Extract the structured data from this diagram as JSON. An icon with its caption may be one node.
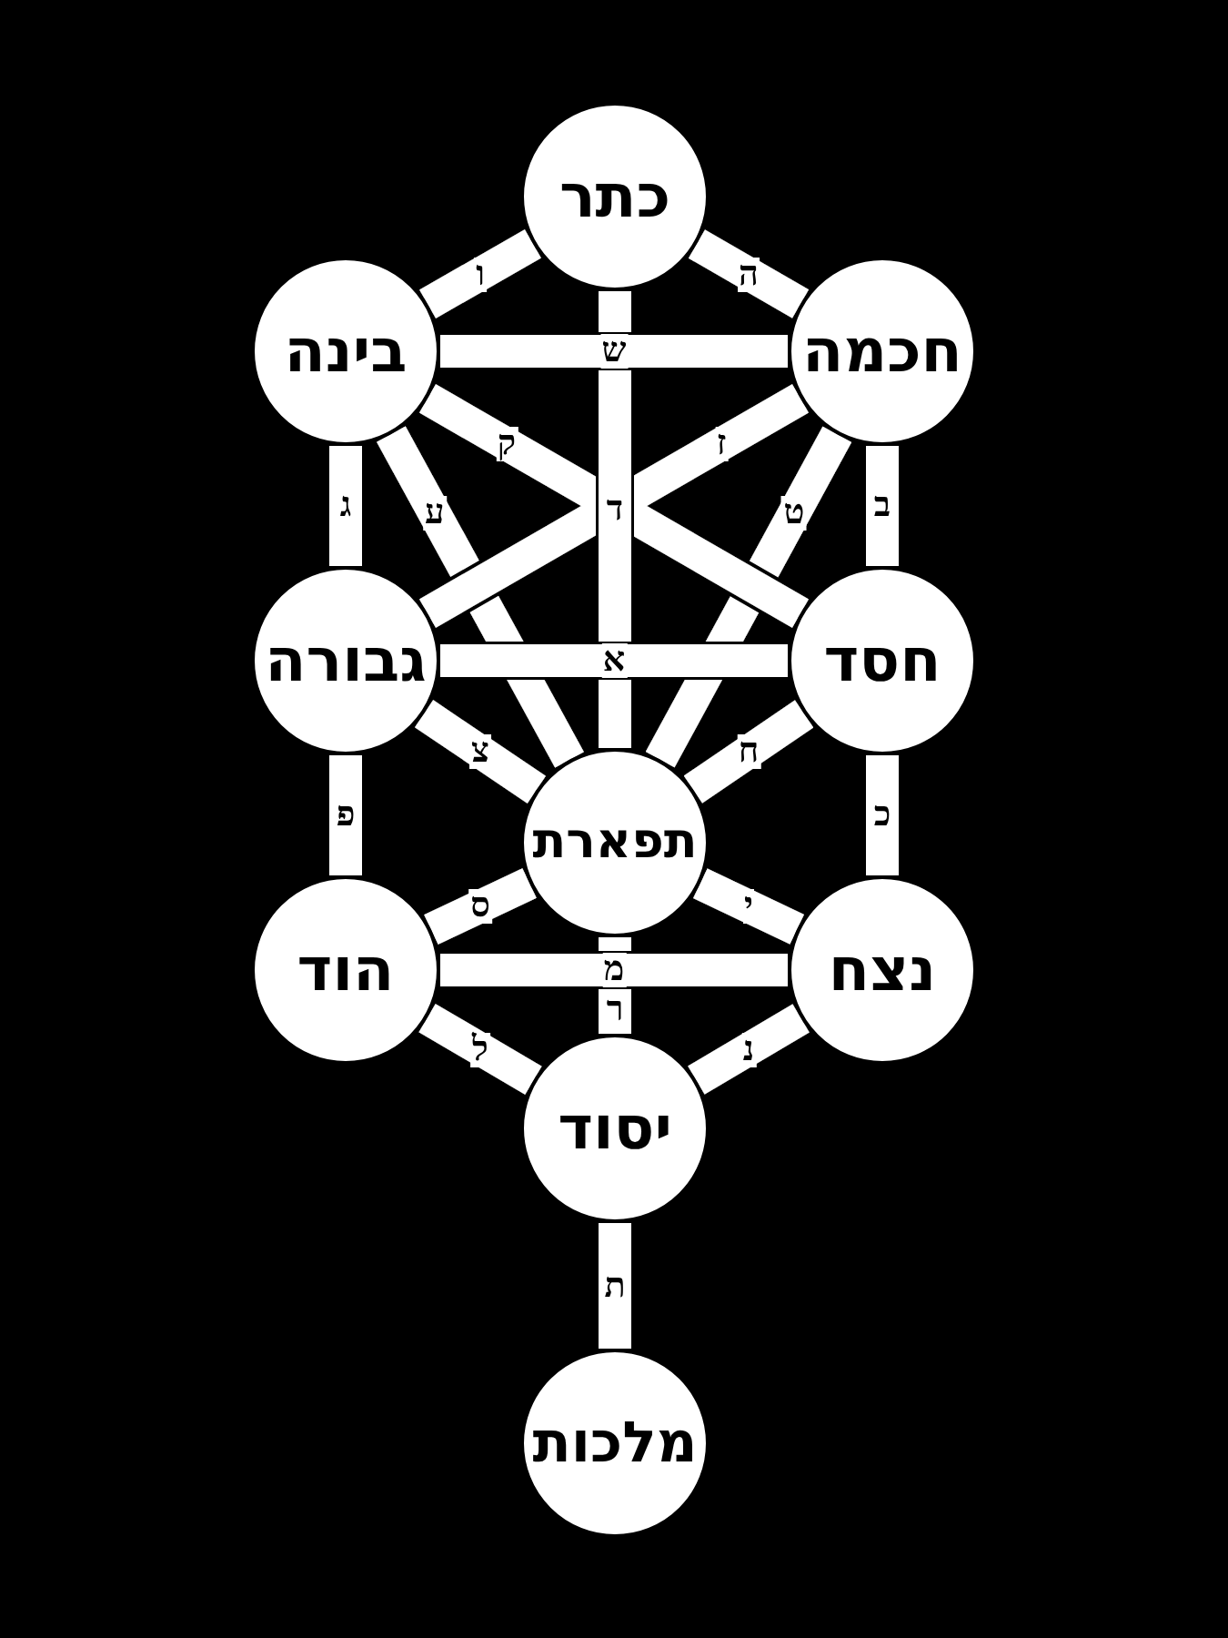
{
  "diagram": {
    "nodes": [
      {
        "text": [
          "כתר"
        ]
      },
      {
        "text": [
          "בינה"
        ]
      },
      {
        "text": [
          "חכמה"
        ]
      },
      {
        "text": [
          "גבורה"
        ]
      },
      {
        "text": [
          "חסד"
        ]
      },
      {
        "text": [
          "תפארת"
        ]
      },
      {
        "text": [
          "הוד"
        ]
      },
      {
        "text": [
          "נצח"
        ]
      },
      {
        "text": [
          "יסוד"
        ]
      },
      {
        "text": [
          "מלכות"
        ]
      }
    ],
    "edges": [
      {
        "from": 0,
        "to": 1,
        "arrow": "none",
        "label": "ו"
      },
      {
        "from": 0,
        "to": 2,
        "arrow": "none",
        "label": "ה"
      },
      {
        "from": 1,
        "to": 2,
        "arrow": "none",
        "label": "ש"
      },
      {
        "from": 0,
        "to": 5,
        "arrow": "none",
        "label": "ד"
      },
      {
        "from": 1,
        "to": 4,
        "arrow": "none",
        "label": "ק"
      },
      {
        "from": 1,
        "to": 5,
        "arrow": "none",
        "label": "ע"
      },
      {
        "from": 2,
        "to": 3,
        "arrow": "none",
        "label": "ז"
      },
      {
        "from": 2,
        "to": 5,
        "arrow": "none",
        "label": "ט"
      },
      {
        "from": 1,
        "to": 3,
        "arrow": "none",
        "label": "ג"
      },
      {
        "from": 2,
        "to": 4,
        "arrow": "none",
        "label": "ב"
      },
      {
        "from": 3,
        "to": 4,
        "arrow": "none",
        "label": "א"
      },
      {
        "from": 3,
        "to": 5,
        "arrow": "none",
        "label": "צ"
      },
      {
        "from": 4,
        "to": 5,
        "arrow": "none",
        "label": "ח"
      },
      {
        "from": 3,
        "to": 6,
        "arrow": "none",
        "label": "פ"
      },
      {
        "from": 4,
        "to": 7,
        "arrow": "none",
        "label": "כ"
      },
      {
        "from": 5,
        "to": 6,
        "arrow": "none",
        "label": "ס"
      },
      {
        "from": 5,
        "to": 7,
        "arrow": "none",
        "label": "י"
      },
      {
        "from": 6,
        "to": 7,
        "arrow": "none",
        "label": "מ"
      },
      {
        "from": 5,
        "to": 8,
        "arrow": "none",
        "label": "ר"
      },
      {
        "from": 6,
        "to": 8,
        "arrow": "none",
        "label": "ל"
      },
      {
        "from": 7,
        "to": 8,
        "arrow": "none",
        "label": "נ"
      },
      {
        "from": 8,
        "to": 9,
        "arrow": "none",
        "label": "ת"
      }
    ]
  }
}
